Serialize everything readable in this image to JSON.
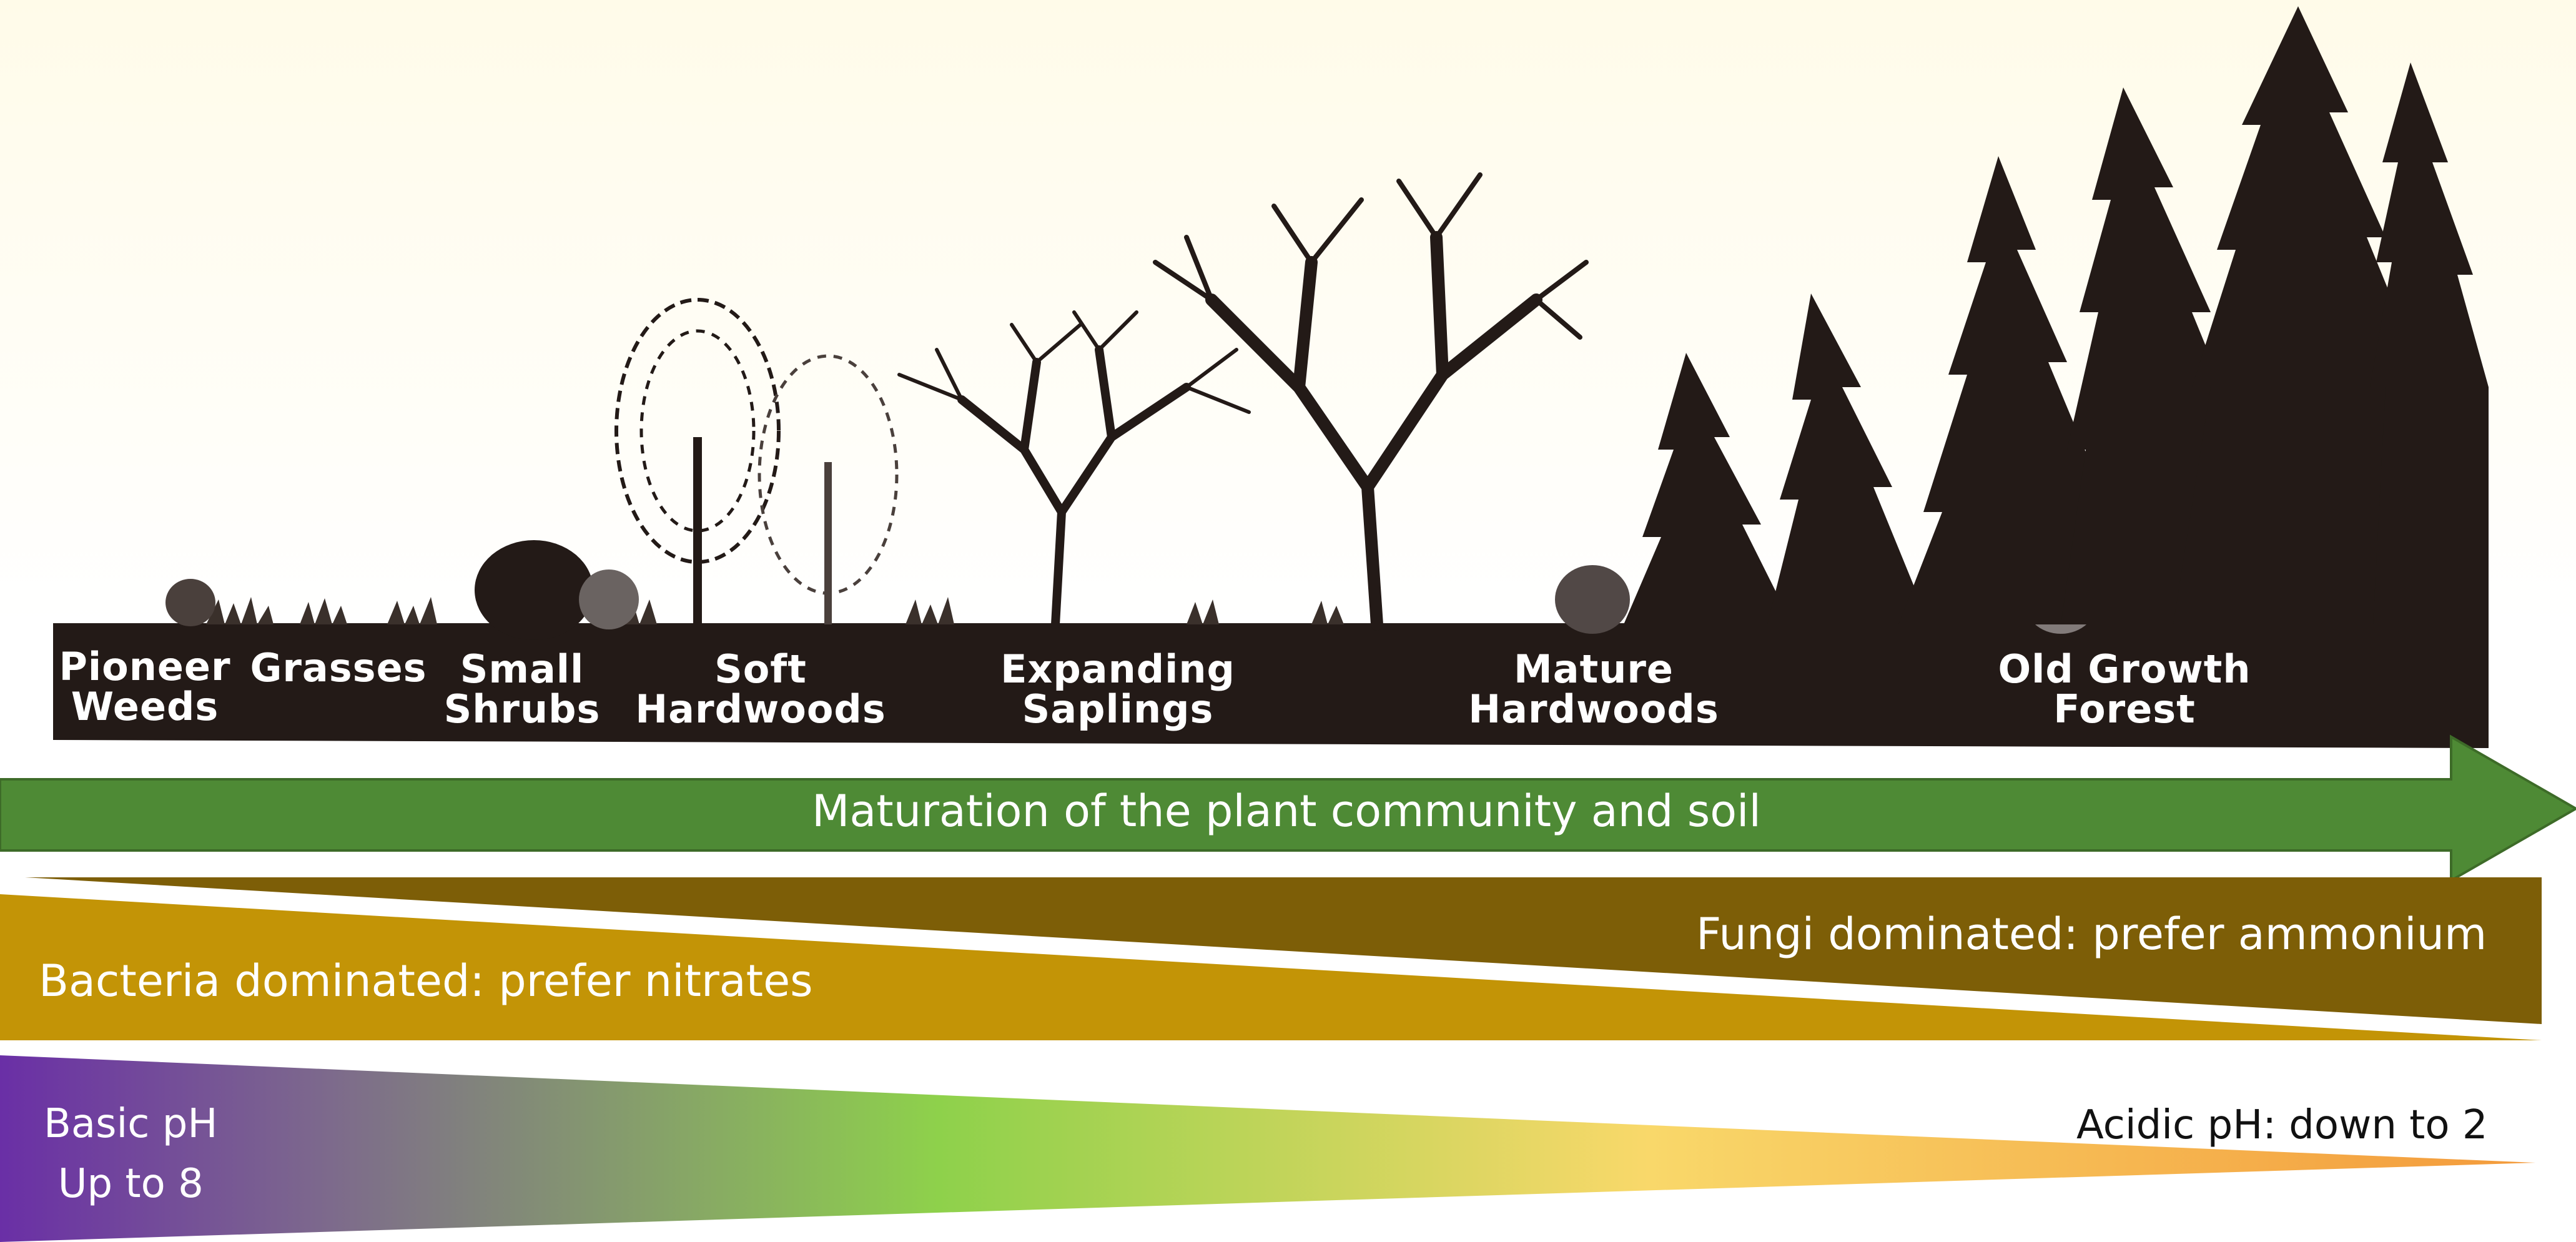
{
  "stages": [
    {
      "lines": [
        "Pioneer",
        "Weeds"
      ]
    },
    {
      "lines": [
        "Grasses"
      ]
    },
    {
      "lines": [
        "Small",
        "Shrubs"
      ]
    },
    {
      "lines": [
        "Soft",
        "Hardwoods"
      ]
    },
    {
      "lines": [
        "Expanding",
        "Saplings"
      ]
    },
    {
      "lines": [
        "Mature",
        "Hardwoods"
      ]
    },
    {
      "lines": [
        "Old Growth",
        "Forest"
      ]
    }
  ],
  "arrow": {
    "label": "Maturation of the plant community and soil",
    "color": "#4e8a35"
  },
  "microbes": {
    "fungi": {
      "label": "Fungi dominated: prefer ammonium",
      "color": "#7d5e07"
    },
    "bacteria": {
      "label": "Bacteria dominated: prefer nitrates",
      "color": "#c39406"
    }
  },
  "ph": {
    "basic": [
      "Basic pH",
      "Up to 8"
    ],
    "acidic": "Acidic pH: down to 2",
    "gradient_colors": [
      "#6a2fa6",
      "#8ed14b",
      "#f9d86a",
      "#f39a3b"
    ]
  },
  "colors": {
    "silhouette": "#231a17",
    "sky": "#fffdf4"
  }
}
